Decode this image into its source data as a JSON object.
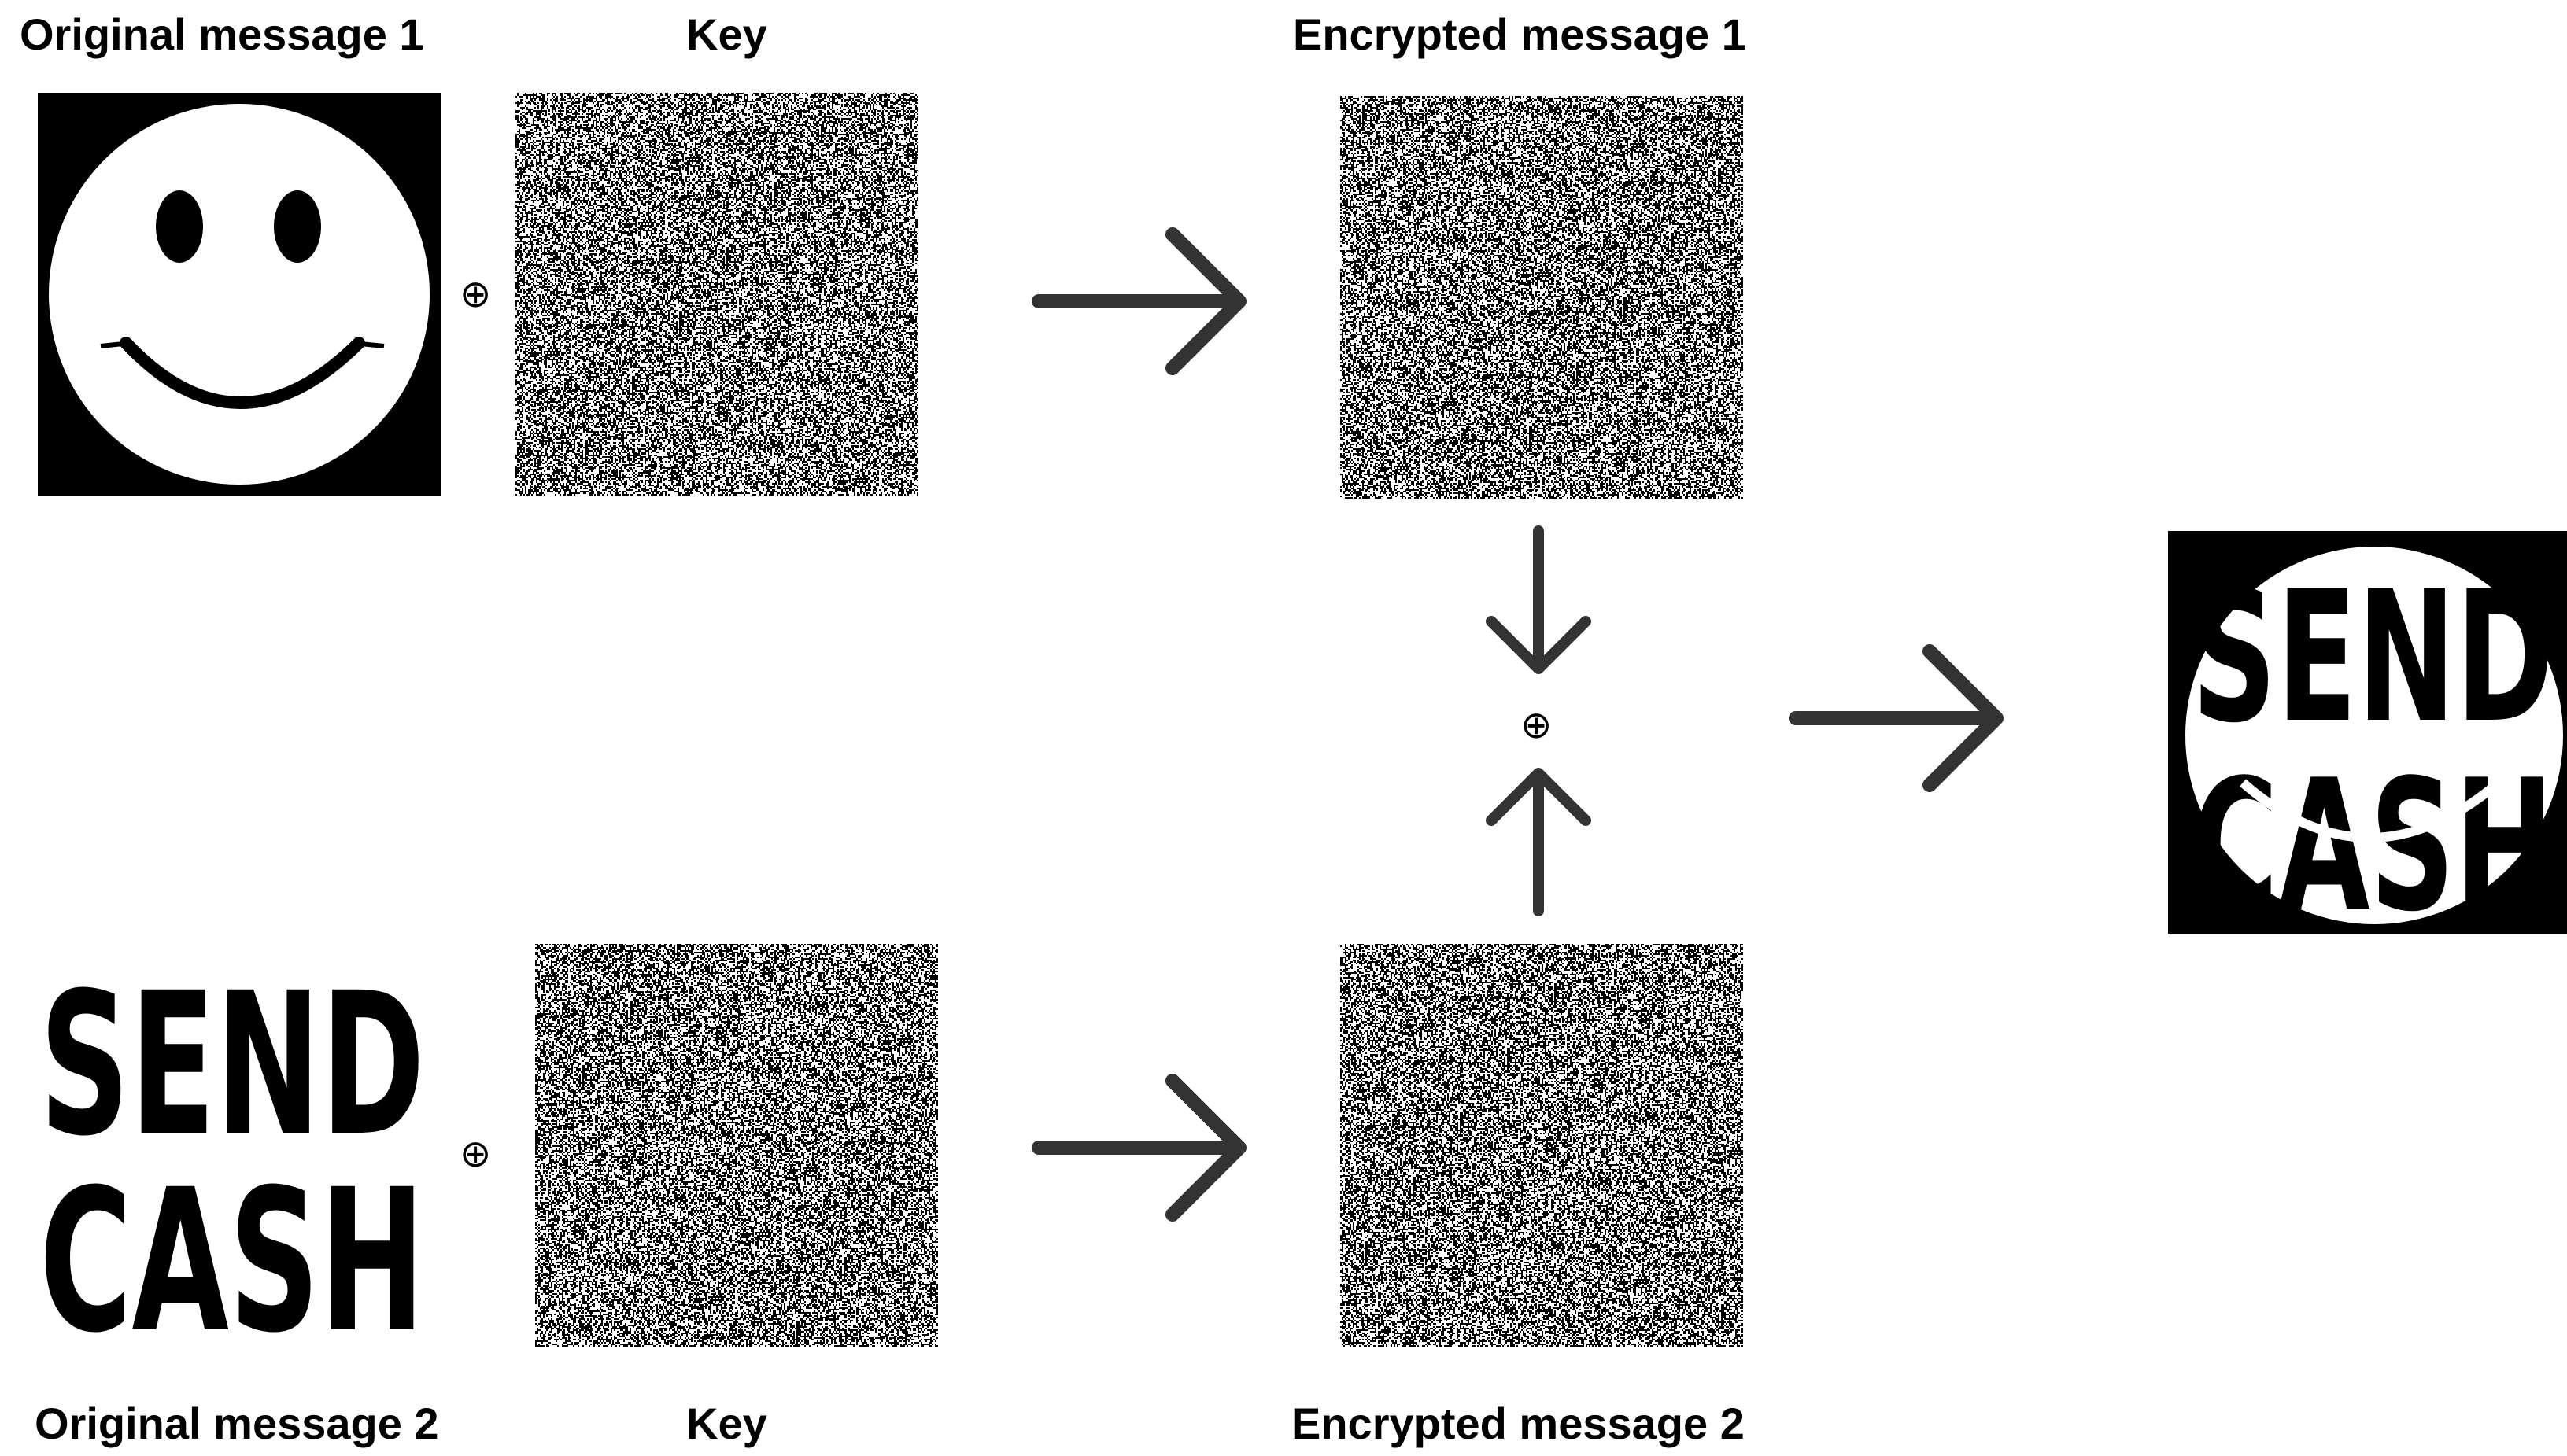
{
  "labels": {
    "original_1": "Original message 1",
    "key_top": "Key",
    "encrypted_1": "Encrypted message 1",
    "original_2": "Original message 2",
    "key_bottom": "Key",
    "encrypted_2": "Encrypted message 2"
  },
  "operators": {
    "xor_symbol": "⊕"
  },
  "message_2_text": {
    "line1": "SEND",
    "line2": "CASH"
  },
  "result_text": {
    "line1": "SEND",
    "line2": "CASH"
  },
  "colors": {
    "ink": "#000000",
    "paper": "#ffffff"
  },
  "icons": [
    "right-arrow-icon",
    "down-arrow-icon",
    "up-arrow-icon",
    "xor-icon",
    "smiley-face-icon"
  ]
}
